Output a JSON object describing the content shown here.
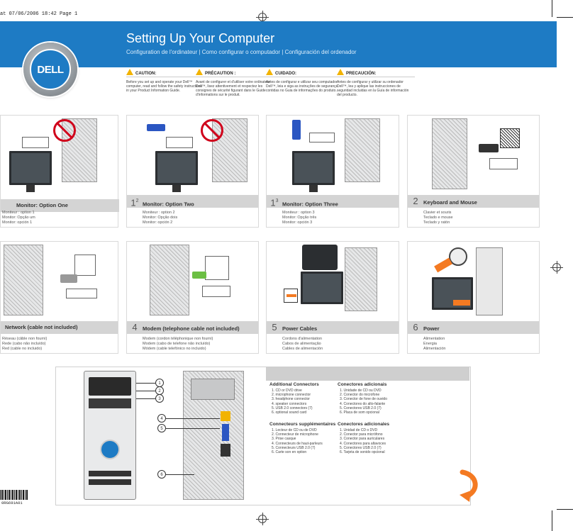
{
  "slug": "at 07/06/2006 18:42 Page 1",
  "banner": {
    "title": "Setting Up Your Computer",
    "subtitle": "Configuration de l'ordinateur | Como configurar o computador | Configuración del ordenador",
    "logo": "DELL",
    "color": "#1e7bc4"
  },
  "cautions": [
    {
      "label": "CAUTION:",
      "text": "Before you set up and operate your Dell™ computer, read and follow the safety instructions in your Product Information Guide."
    },
    {
      "label": "PRÉCAUTION :",
      "text": "Avant de configurer et d'utiliser votre ordinateur Dell™, lisez attentivement et respectez les consignes de sécurité figurant dans le Guide d'informations sur le produit."
    },
    {
      "label": "CUIDADO:",
      "text": "Antes de configurar e utilizar seu computador Dell™, leia e siga as instruções de segurança contidas no Guia de informações do produto."
    },
    {
      "label": "PRECAUCIÓN:",
      "text": "Antes de configurar y utilizar su ordenador Dell™, lea y aplique las instrucciones de seguridad incluidas en la Guía de información del producto."
    }
  ],
  "steps": [
    {
      "num": "",
      "sup": "",
      "title": "Monitor: Option One",
      "lines": [
        "Moniteur : option 1",
        "Monitor: Opção um",
        "Monitor: opción 1"
      ]
    },
    {
      "num": "1",
      "sup": "2",
      "title": "Monitor: Option Two",
      "lines": [
        "Moniteur : option 2",
        "Monitor: Opção dois",
        "Monitor: opción 2"
      ]
    },
    {
      "num": "1",
      "sup": "3",
      "title": "Monitor: Option Three",
      "lines": [
        "Moniteur : option 3",
        "Monitor: Opção três",
        "Monitor: opción 3"
      ]
    },
    {
      "num": "2",
      "sup": "",
      "title": "Keyboard and Mouse",
      "lines": [
        "Clavier et souris",
        "Teclado e mouse",
        "Teclado y ratón"
      ]
    },
    {
      "num": "",
      "sup": "",
      "title": "Network (cable not included)",
      "lines": [
        "Réseau (câble non fourni)",
        "Rede (cabo não incluído)",
        "Red (cable no incluido)"
      ]
    },
    {
      "num": "4",
      "sup": "",
      "title": "Modem (telephone cable not included)",
      "lines": [
        "Modem (cordon téléphonique non fourni)",
        "Modem (cabo de telefone não incluído)",
        "Módem (cable telefónico no incluido)"
      ]
    },
    {
      "num": "5",
      "sup": "",
      "title": "Power Cables",
      "lines": [
        "Cordons d'alimentation",
        "Cabos de alimentação",
        "Cables de alimentación"
      ]
    },
    {
      "num": "6",
      "sup": "",
      "title": "Power",
      "lines": [
        "Alimentation",
        "Energia",
        "Alimentación"
      ]
    }
  ],
  "connectors": {
    "additional": {
      "title": "Additional Connectors",
      "items": [
        "1. CD or DVD drive",
        "2. microphone connector",
        "3. headphone connector",
        "4. speaker connectors",
        "5. USB 2.0 connectors (7)",
        "6. optional sound card"
      ]
    },
    "pt": {
      "title": "Conectores adicionais",
      "items": [
        "1. Unidade de CD ou DVD",
        "2. Conector do microfone",
        "3. Conector de fone de ouvido",
        "4. Conectores do alto-falante",
        "5. Conectores USB 2.0 (7)",
        "6. Placa de som opcional"
      ]
    },
    "fr": {
      "title": "Connecteurs supplémentaires",
      "items": [
        "1. Lecteur de CD ou de DVD",
        "2. Connecteur de microphone",
        "3. Prise casque",
        "4. Connecteurs de haut-parleurs",
        "5. Connecteurs USB 2.0 (7)",
        "6. Carte son en option"
      ]
    },
    "es": {
      "title": "Conectores adicionales",
      "items": [
        "1. Unidad de CD o DVD",
        "2. Conector para micrófono",
        "3. Conector para auriculares",
        "4. Conectores para altavoces",
        "5. Conectores USB 2.0 (7)",
        "6. Tarjeta de sonido opcional"
      ]
    },
    "callouts": [
      "1",
      "2",
      "3",
      "4",
      "5",
      "6"
    ]
  },
  "part_number": "0RG691A01",
  "colors": {
    "accent": "#1e7bc4",
    "warning": "#f2b300",
    "prohibit": "#d0021b",
    "arrow": "#f47a22"
  }
}
